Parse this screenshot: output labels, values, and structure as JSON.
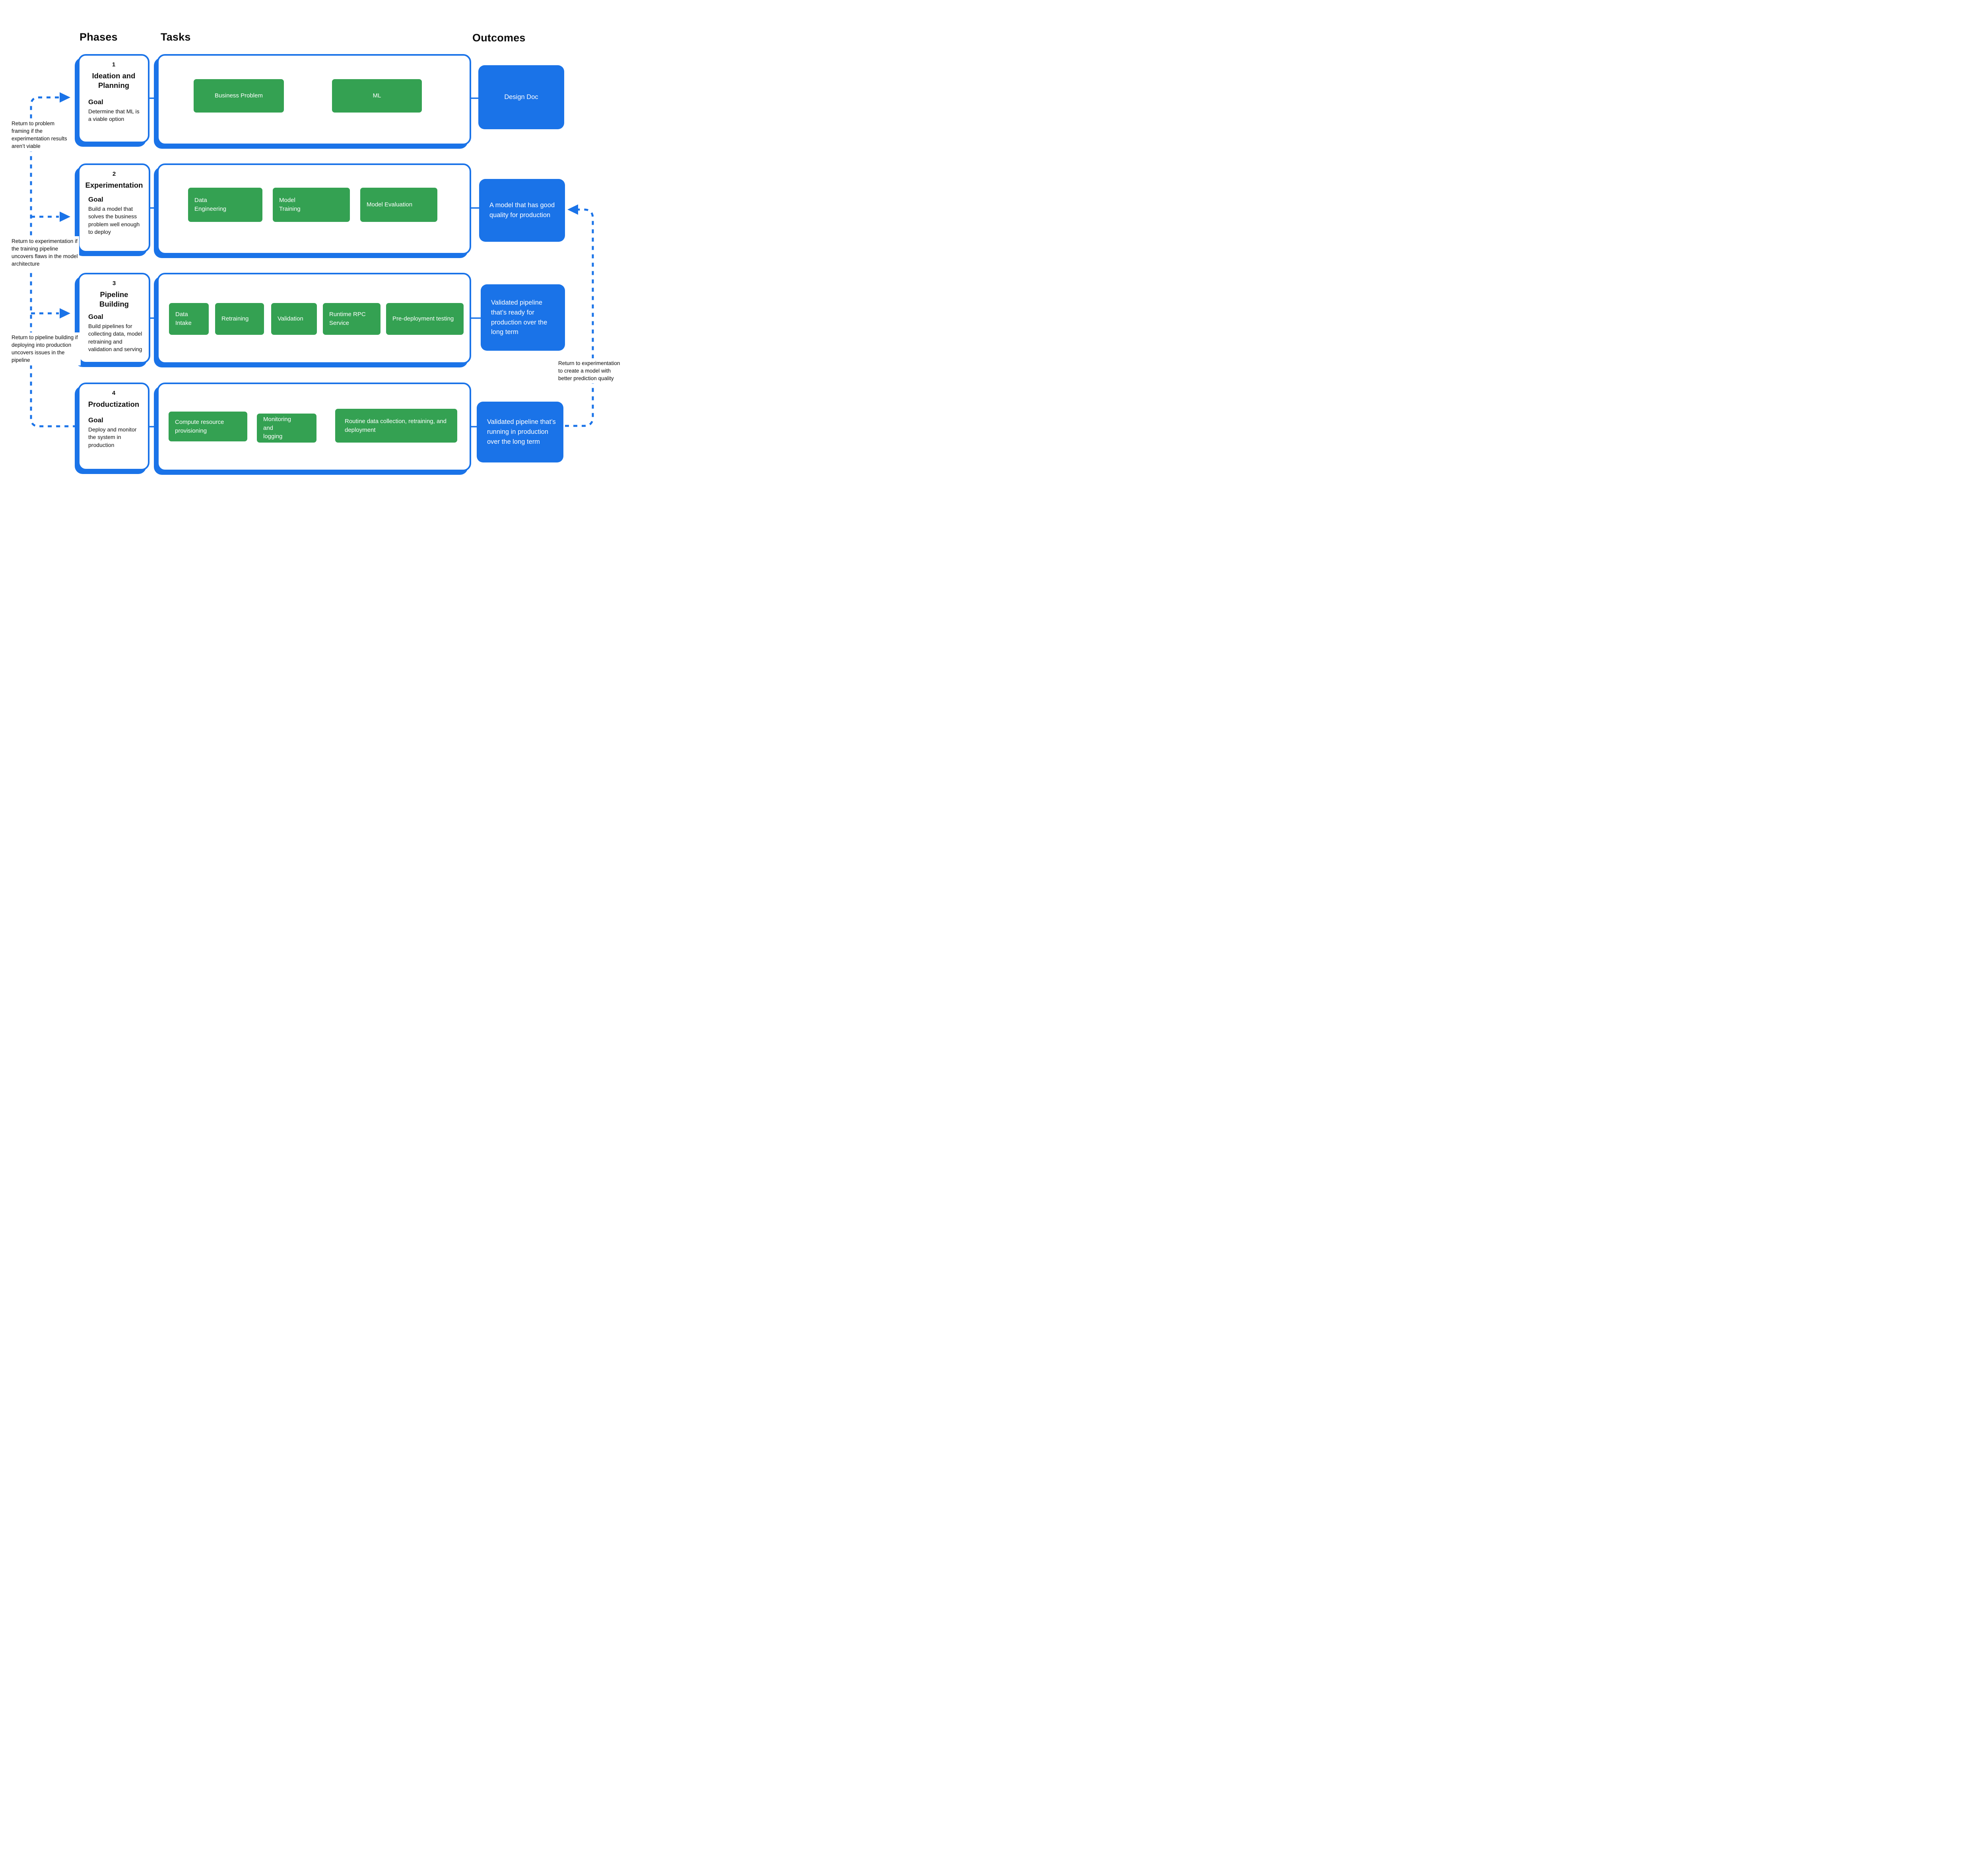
{
  "header": {
    "phases": "Phases",
    "tasks": "Tasks",
    "outcomes": "Outcomes"
  },
  "rows": [
    {
      "number": "1",
      "title": "Ideation and Planning",
      "goal_label": "Goal",
      "goal": "Determine that ML is a viable option",
      "tasks": [
        "Business Problem",
        "ML"
      ],
      "outcome": "Design Doc"
    },
    {
      "number": "2",
      "title": "Experimentation",
      "goal_label": "Goal",
      "goal": "Build a model that solves the business problem well enough to deploy",
      "tasks": [
        "Data Engineering",
        "Model Training",
        "Model Evaluation"
      ],
      "outcome": "A model that has good quality for production"
    },
    {
      "number": "3",
      "title": "Pipeline Building",
      "goal_label": "Goal",
      "goal": "Build pipelines for collecting data, model retraining and validation and serving",
      "tasks": [
        "Data Intake",
        "Retraining",
        "Validation",
        "Runtime RPC Service",
        "Pre-deployment testing"
      ],
      "outcome": "Validated pipeline that’s ready for production over the long term"
    },
    {
      "number": "4",
      "title": "Productization",
      "goal_label": "Goal",
      "goal": "Deploy and monitor the system in production",
      "tasks": [
        "Compute resource provisioning",
        "Monitoring and logging",
        "Routine data collection, retraining, and deployment"
      ],
      "outcome": "Validated pipeline that’s running in production over the long term"
    }
  ],
  "annotations": {
    "left": [
      "Return to problem framing if the experimentation results aren’t viable",
      "Return to experimentation if the training pipeline uncovers flaws in the model architecture",
      "Return to pipeline building if deploying into production uncovers issues in the pipeline"
    ],
    "right": "Return to experimentation to create a model with better prediction quality"
  },
  "colors": {
    "accent_blue": "#1a73e8",
    "task_green": "#34a152",
    "text": "#0b0b0b"
  }
}
